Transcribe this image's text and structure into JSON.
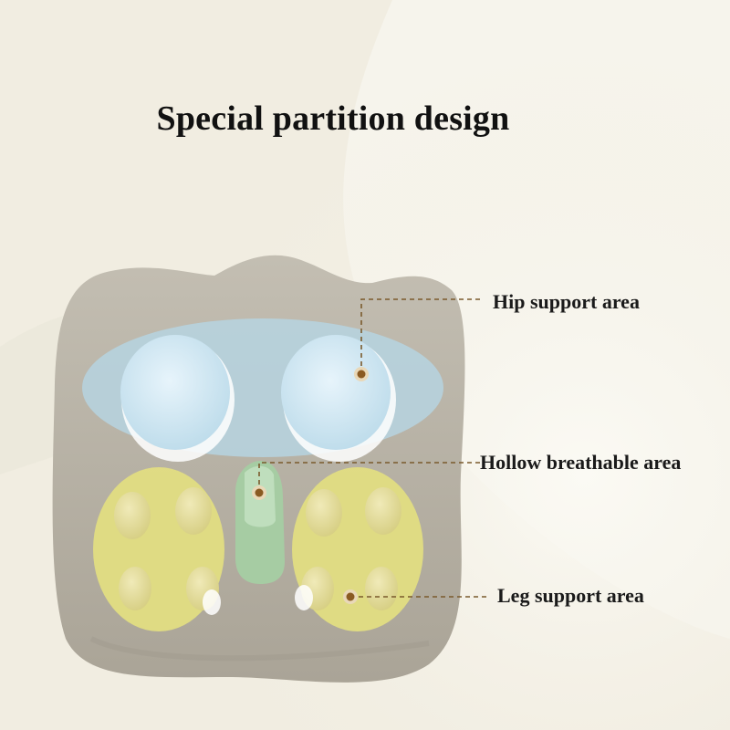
{
  "title": "Special partition design",
  "callouts": {
    "hip": "Hip support area",
    "hollow": "Hollow breathable area",
    "leg": "Leg support area"
  },
  "colors": {
    "background": "#f1ede1",
    "cushion": "#b9b3a6",
    "hip_zone": "#bcd6e2",
    "hollow_zone": "#a9cfa7",
    "leg_zone": "#e3df86",
    "leader_line": "#7a5a2c"
  }
}
